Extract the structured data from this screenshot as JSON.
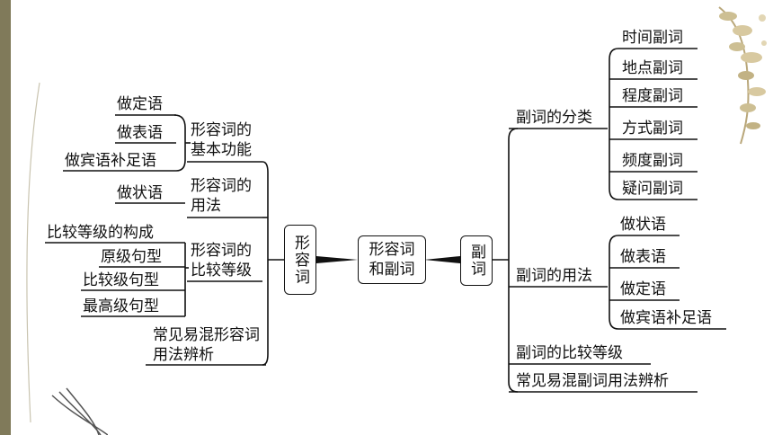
{
  "center": {
    "label": "形容词和副词"
  },
  "adjective": {
    "title": "形容词",
    "branches": [
      {
        "label": "形容词的基本功能",
        "children": [
          "做定语",
          "做表语",
          "做宾语补足语"
        ]
      },
      {
        "label": "形容词的用法",
        "children": [
          "做状语"
        ]
      },
      {
        "label": "形容词的比较等级",
        "children": [
          "比较等级的构成",
          "原级句型",
          "比较级句型",
          "最高级句型"
        ]
      },
      {
        "label": "常见易混形容词用法辨析",
        "children": []
      }
    ]
  },
  "adverb": {
    "title": "副词",
    "branches": [
      {
        "label": "副词的分类",
        "children": [
          "时间副词",
          "地点副词",
          "程度副词",
          "方式副词",
          "频度副词",
          "疑问副词"
        ]
      },
      {
        "label": "副词的用法",
        "children": [
          "做状语",
          "做表语",
          "做定语",
          "做宾语补足语"
        ]
      },
      {
        "label": "副词的比较等级",
        "children": []
      },
      {
        "label": "常见易混副词用法辨析",
        "children": []
      }
    ]
  },
  "colors": {
    "sidebar": "#807a5a",
    "line": "#111111",
    "leaf": "#c9b98a"
  }
}
